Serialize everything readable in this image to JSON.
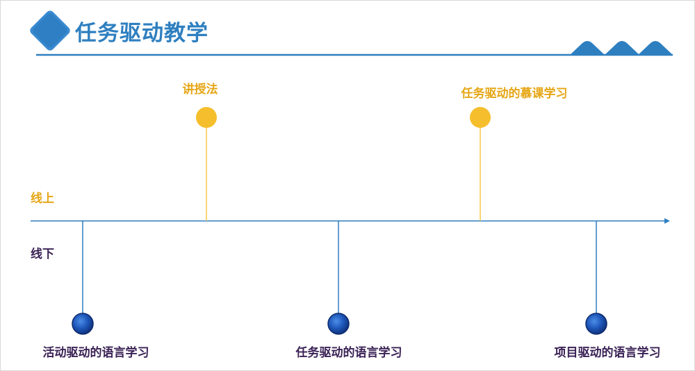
{
  "title": "任务驱动教学",
  "lanes": {
    "online": "线上",
    "offline": "线下"
  },
  "events_top": [
    {
      "label": "讲授法"
    },
    {
      "label": "任务驱动的慕课学习"
    }
  ],
  "events_bottom": [
    {
      "label": "活动驱动的语言学习"
    },
    {
      "label": "任务驱动的语言学习"
    },
    {
      "label": "项目驱动的语言学习"
    }
  ],
  "colors": {
    "accent_blue": "#2e7fc0",
    "gold": "#f5be2c",
    "gold_text": "#e6a614",
    "dark_purple": "#3a2255",
    "dot_blue": "#1f4fa8"
  }
}
